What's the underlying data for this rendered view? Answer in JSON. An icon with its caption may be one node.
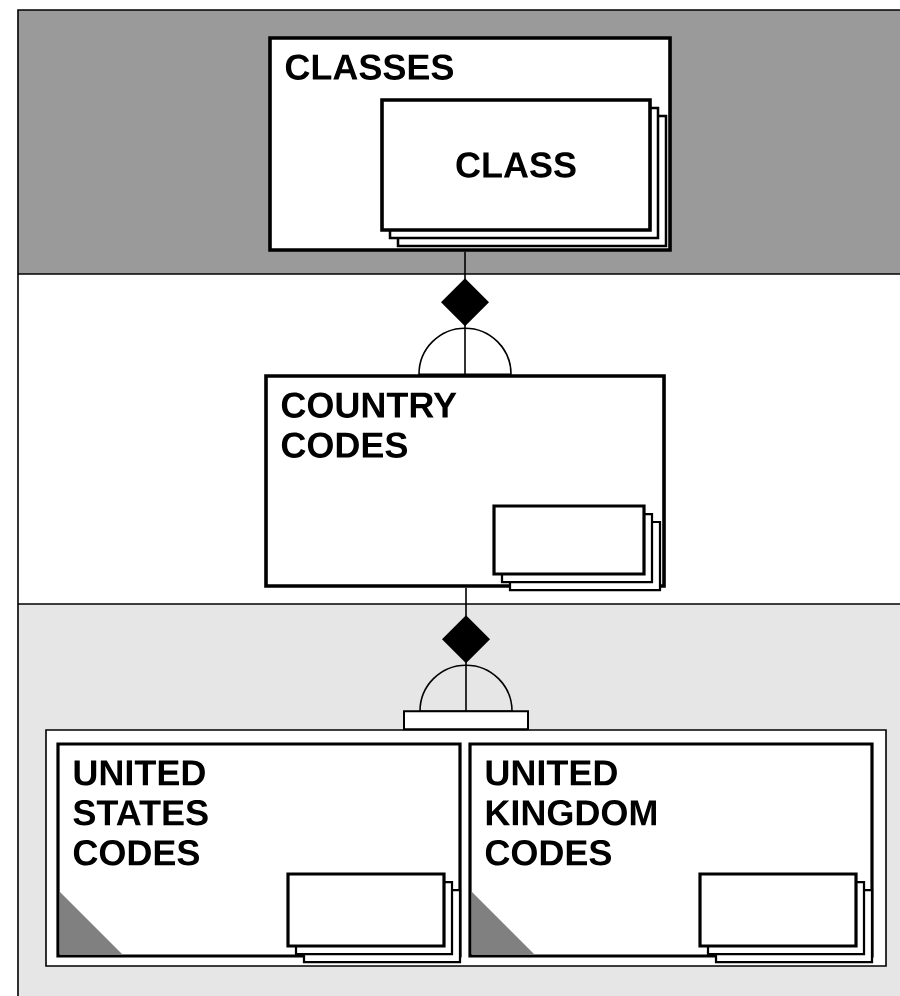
{
  "diagram": {
    "nodes": [
      {
        "text": [
          "CLASSES"
        ]
      },
      {
        "text": [
          "CLASS"
        ],
        "in": 0
      },
      {
        "text": [
          "COUNTRY CODES"
        ]
      },
      {
        "text": [],
        "shape": "box",
        "in": 2
      },
      {
        "text": [],
        "shape": "box"
      },
      {
        "text": [
          "UNITED STATES CODES"
        ],
        "in": 4
      },
      {
        "text": [],
        "shape": "box",
        "in": 5
      },
      {
        "text": [
          "UNITED KINGDOM CODES"
        ],
        "in": 4
      },
      {
        "text": [],
        "shape": "box",
        "in": 7
      }
    ],
    "edges": [
      {
        "from": 0,
        "to": 2,
        "arrow": "other"
      },
      {
        "from": 2,
        "to": 4,
        "arrow": "other"
      }
    ]
  }
}
